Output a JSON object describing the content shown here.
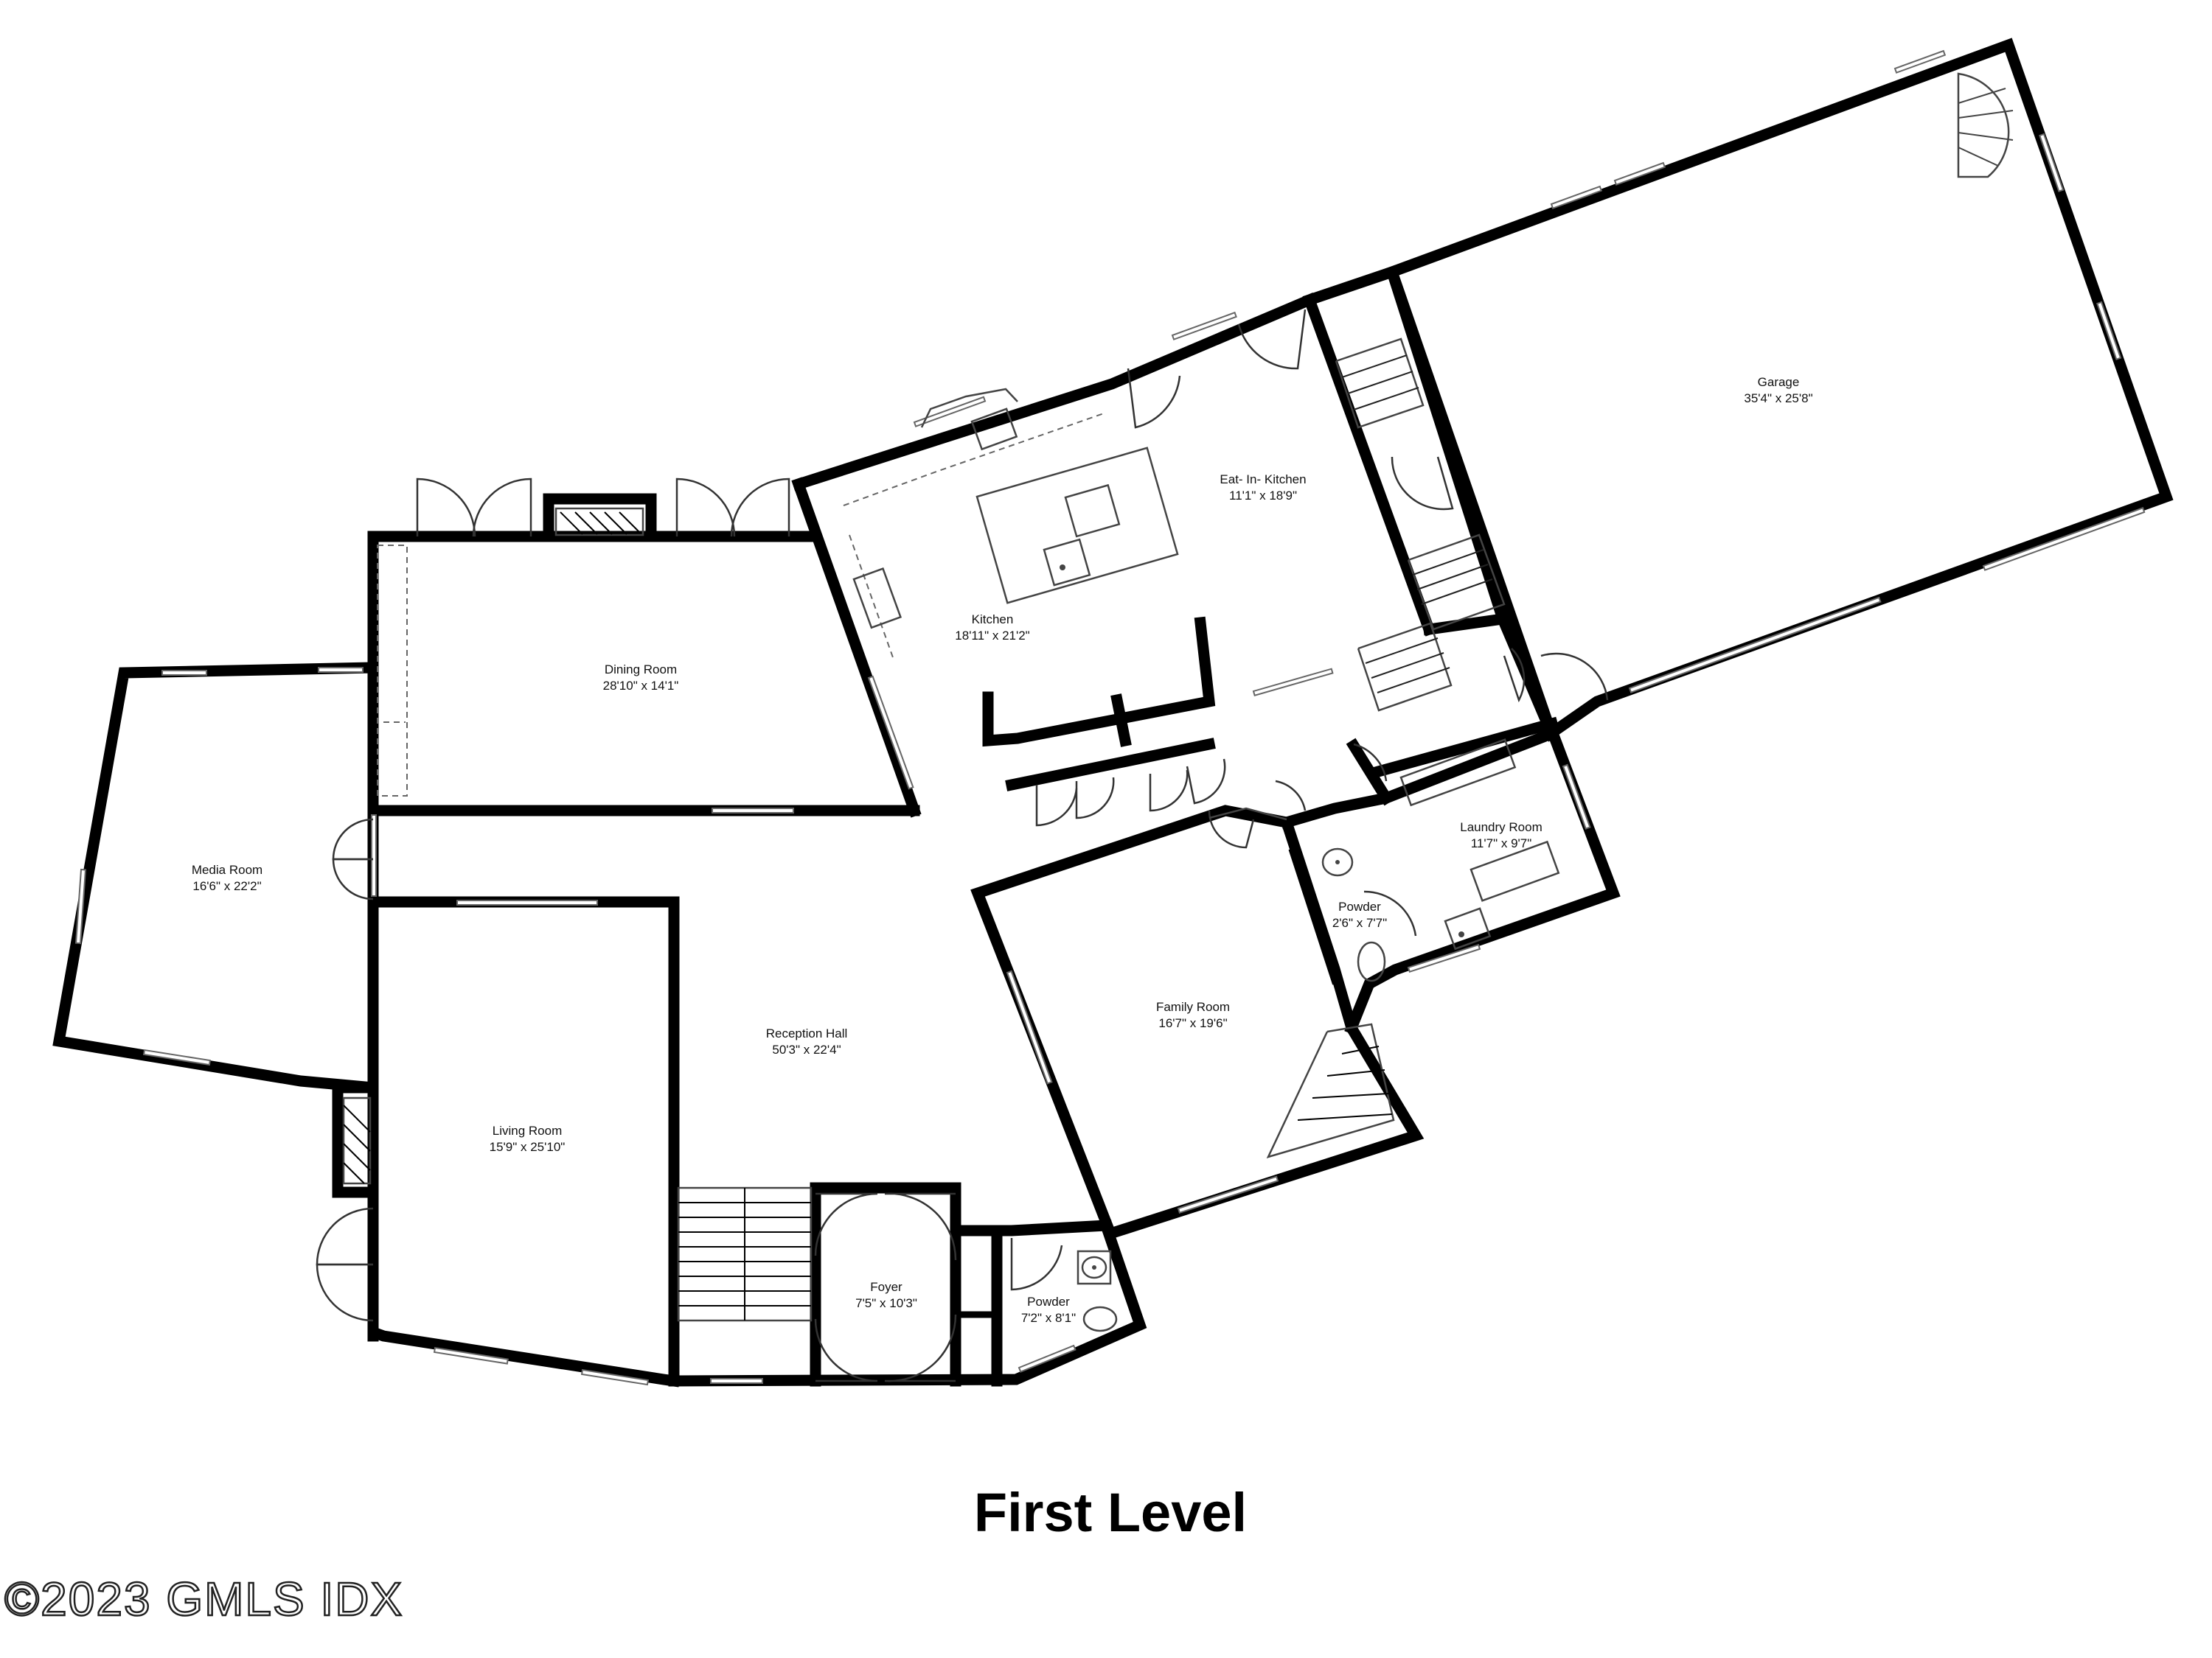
{
  "title": "First Level",
  "copyright": "©2023 GMLS IDX",
  "rooms": {
    "garage": {
      "name": "Garage",
      "dims": "35'4\" x 25'8\""
    },
    "eat_in_kitchen": {
      "name": "Eat- In- Kitchen",
      "dims": "11'1\" x 18'9\""
    },
    "kitchen": {
      "name": "Kitchen",
      "dims": "18'11\" x 21'2\""
    },
    "dining_room": {
      "name": "Dining Room",
      "dims": "28'10\" x 14'1\""
    },
    "media_room": {
      "name": "Media Room",
      "dims": "16'6\" x 22'2\""
    },
    "laundry_room": {
      "name": "Laundry Room",
      "dims": "11'7\" x 9'7\""
    },
    "powder_upper": {
      "name": "Powder",
      "dims": "2'6\" x 7'7\""
    },
    "family_room": {
      "name": "Family Room",
      "dims": "16'7\" x 19'6\""
    },
    "reception_hall": {
      "name": "Reception Hall",
      "dims": "50'3\" x 22'4\""
    },
    "living_room": {
      "name": "Living Room",
      "dims": "15'9\" x 25'10\""
    },
    "foyer": {
      "name": "Foyer",
      "dims": "7'5\" x 10'3\""
    },
    "powder_lower": {
      "name": "Powder",
      "dims": "7'2\" x 8'1\""
    }
  }
}
